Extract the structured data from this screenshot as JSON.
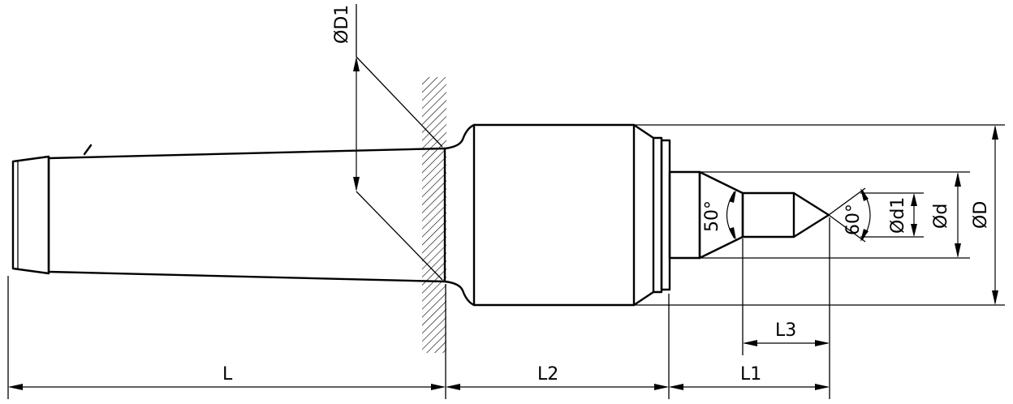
{
  "labels": {
    "D1": "ØD1",
    "D": "ØD",
    "d": "Ød",
    "d1": "Ød1",
    "L": "L",
    "L1": "L1",
    "L2": "L2",
    "L3": "L3",
    "angle_50": "50°",
    "angle_60": "60°"
  }
}
